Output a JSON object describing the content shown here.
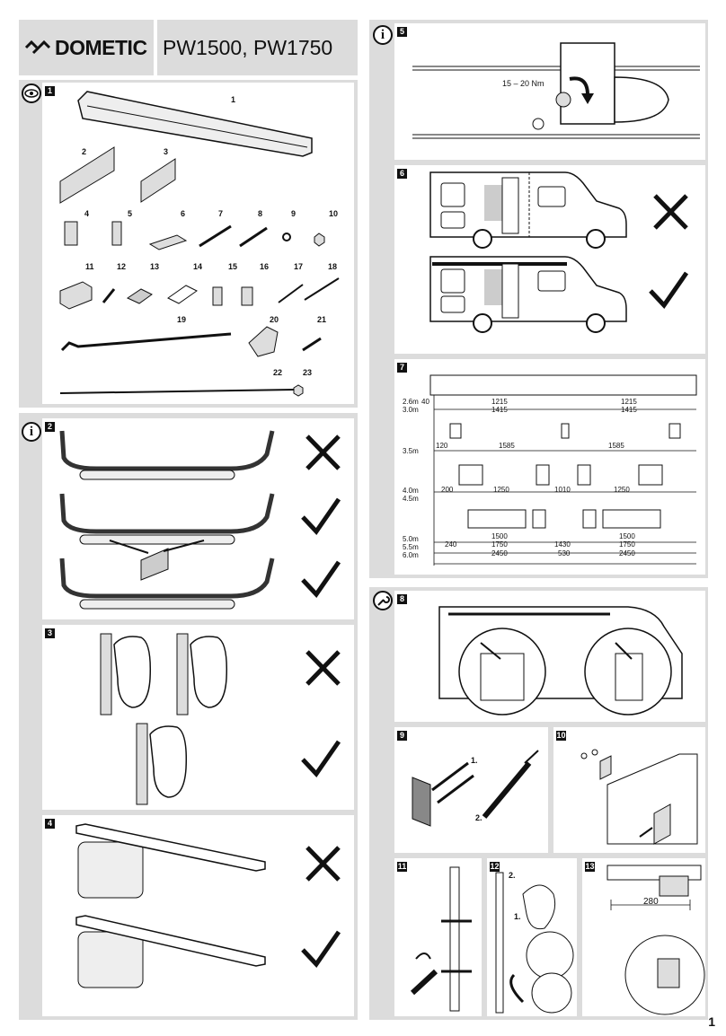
{
  "brand": "DOMETIC",
  "model": "PW1500, PW1750",
  "page_number": "1",
  "icons": {
    "overview": "eye-icon",
    "info": "info-icon",
    "install": "wrench-icon",
    "wrong": "cross-icon",
    "right": "check-icon"
  },
  "steps": {
    "s1": "1",
    "s2": "2",
    "s3": "3",
    "s4": "4",
    "s5": "5",
    "s6": "6",
    "s7": "7",
    "s8": "8",
    "s9": "9",
    "s10": "10",
    "s11": "11",
    "s12": "12",
    "s13": "13"
  },
  "info_letter": "i",
  "parts": [
    "1",
    "2",
    "3",
    "4",
    "5",
    "6",
    "7",
    "8",
    "9",
    "10",
    "11",
    "12",
    "13",
    "14",
    "15",
    "16",
    "17",
    "18",
    "19",
    "20",
    "21",
    "22",
    "23"
  ],
  "torque": "15 – 20 Nm",
  "sizes": {
    "a": "2.6m",
    "b": "3.0m",
    "c": "3.5m",
    "d": "4.0m",
    "e": "4.5m",
    "f": "5.0m",
    "g": "5.5m",
    "h": "6.0m"
  },
  "dims": {
    "d40": "40",
    "d1215a": "1215",
    "d1415a": "1415",
    "d1215b": "1215",
    "d1415b": "1415",
    "d120": "120",
    "d1585a": "1585",
    "d1585b": "1585",
    "d200": "200",
    "d1250a": "1250",
    "d1010": "1010",
    "d1250b": "1250",
    "d240": "240",
    "d1500a": "1500",
    "d1750a": "1750",
    "d2450a": "2450",
    "d1430": "1430",
    "d530": "530",
    "d1500b": "1500",
    "d1750b": "1750",
    "d2450b": "2450",
    "d280": "280"
  },
  "step9": {
    "one": "1.",
    "two": "2."
  },
  "step12": {
    "one": "1.",
    "two": "2."
  }
}
